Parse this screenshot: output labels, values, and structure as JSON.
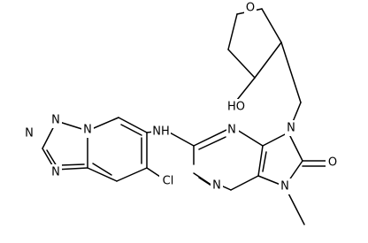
{
  "structure": {
    "atoms": {
      "ring_oxygen": "O",
      "hydroxyl": "HO",
      "n9": "N",
      "n3": "N",
      "n1": "N",
      "n7": "N",
      "carbonyl_oxygen": "O",
      "amine": "NH",
      "triazole_n1": "N",
      "triazole_n2": "N",
      "triazole_n3": "N",
      "bridge_n": "N",
      "chlorine": "Cl"
    }
  }
}
